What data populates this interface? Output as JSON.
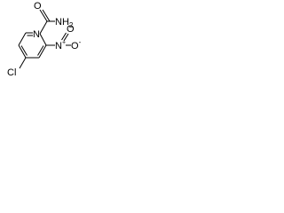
{
  "molecule": {
    "atoms": {
      "amide_nh2": "NH",
      "amide_nh2_subscript": "2",
      "carbonyl_o": "O",
      "nitro_n": "N",
      "nitro_n_charge": "+",
      "nitro_o_top": "O",
      "nitro_o_side": "O",
      "nitro_o_charge": "-",
      "ring_n": "N",
      "chlorine": "Cl"
    }
  },
  "colors": {
    "ink": "#000000",
    "background": "#ffffff"
  }
}
